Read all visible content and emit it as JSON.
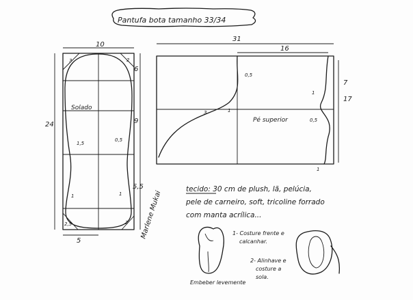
{
  "title": "Pantufa bota tamanho 33/34",
  "sole": {
    "label": "Solado",
    "dims": {
      "width": "10",
      "height": "24",
      "top": "6",
      "mid": "9",
      "low": "5,5",
      "bottom": "5"
    },
    "corners": {
      "tl": "3",
      "tr": "2",
      "bl": "2,5",
      "br": "2"
    },
    "marks": {
      "m1": "1,5",
      "m2": "0,5",
      "m3": "1",
      "m4": "1"
    }
  },
  "upper": {
    "label": "Pé superior",
    "dims": {
      "width": "31",
      "right": "16",
      "h1": "7",
      "h2": "17"
    },
    "marks": {
      "m1": "0,5",
      "m2": "3",
      "m3": "1",
      "m4": "0,5",
      "m5": "1",
      "m6": "1"
    }
  },
  "fabric": {
    "line1": "tecido: 30 cm de plush, lã, pelúcia,",
    "line2": "pele de carneiro, soft, tricoline forrado",
    "line3": "com manta acrílica..."
  },
  "steps": {
    "s1a": "1- Costure frente e",
    "s1b": "calcanhar.",
    "s2a": "2- Alinhave e",
    "s2b": "costure a",
    "s2c": "sola.",
    "ease": "Embeber levemente"
  },
  "signature": "Marlene Mukai"
}
